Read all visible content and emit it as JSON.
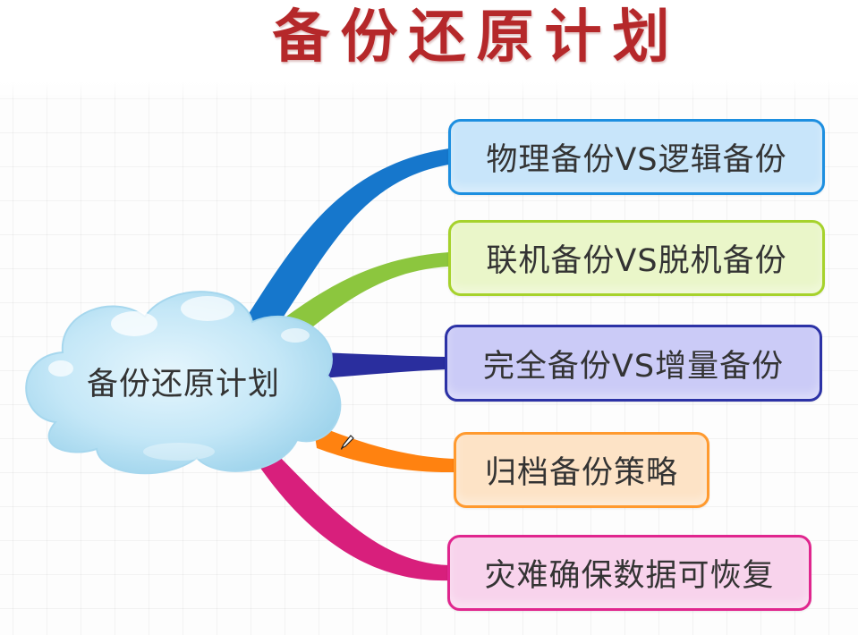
{
  "title": "备份还原计划",
  "center": {
    "label": "备份还原计划",
    "cloud_color": "#bfe5f6",
    "cloud_edge": "#9ed3ec"
  },
  "branches": [
    {
      "label": "物理备份VS逻辑备份",
      "branch_color": "#1677cc",
      "fill": "#c8e5fa",
      "border": "#1d8fe0"
    },
    {
      "label": "联机备份VS脱机备份",
      "branch_color": "#8cc63e",
      "fill": "#eaf6c9",
      "border": "#a6d22c"
    },
    {
      "label": "完全备份VS增量备份",
      "branch_color": "#2a2e9e",
      "fill": "#cbcbf7",
      "border": "#2c32a6"
    },
    {
      "label": "归档备份策略",
      "branch_color": "#ff8210",
      "fill": "#fde3c6",
      "border": "#ff9a2f"
    },
    {
      "label": "灾难确保数据可恢复",
      "branch_color": "#d81f7c",
      "fill": "#f8d3ec",
      "border": "#e0268e"
    }
  ],
  "icons": {
    "cursor": "pen-cursor-icon"
  }
}
